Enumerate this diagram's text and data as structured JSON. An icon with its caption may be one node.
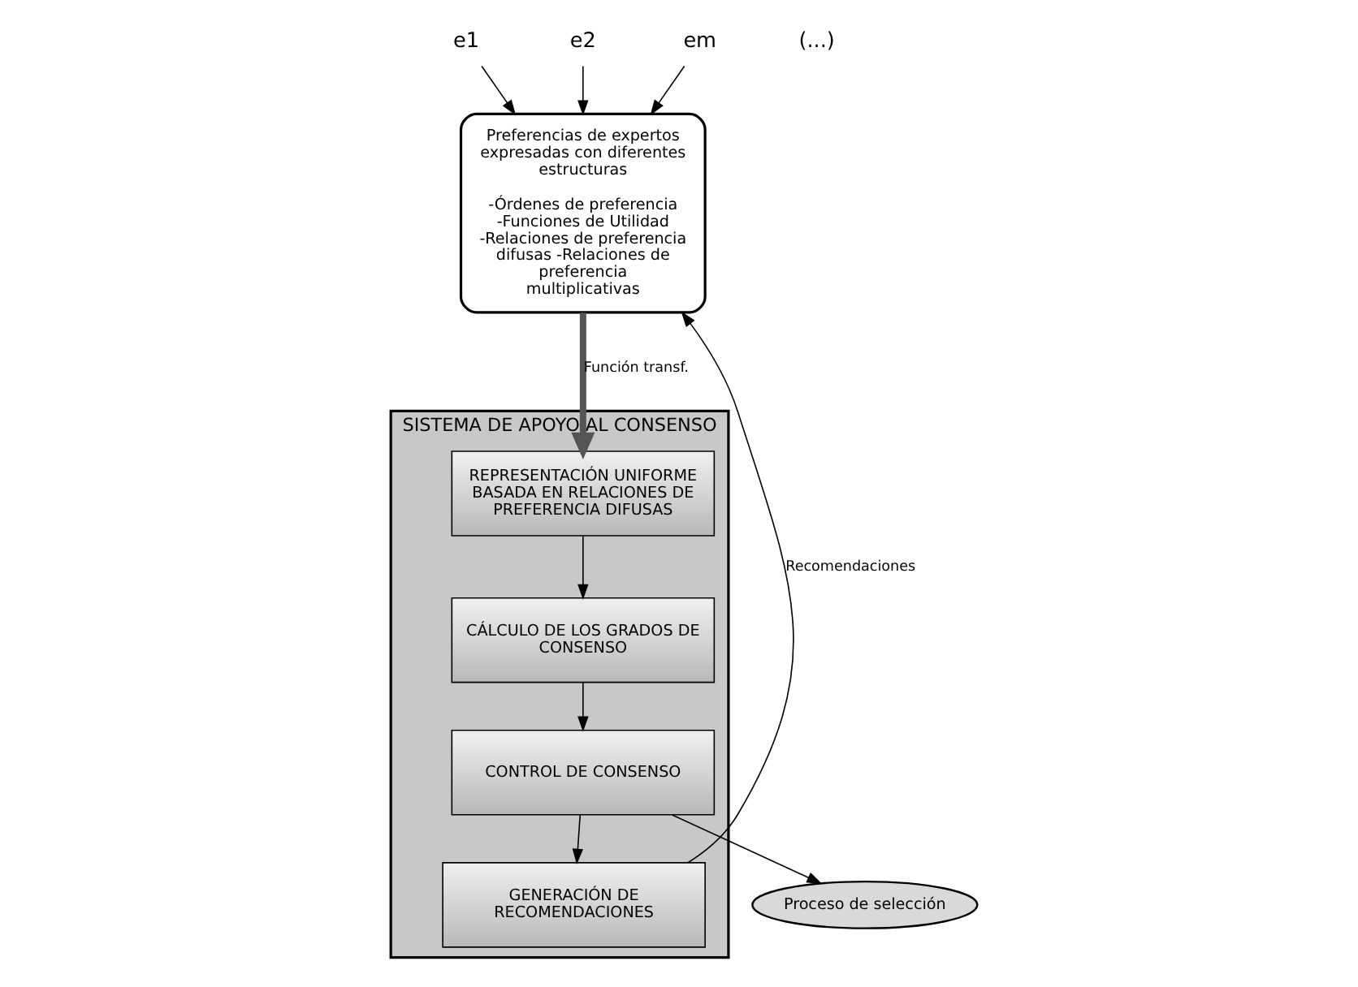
{
  "diagram": {
    "nodes": [
      {
        "text": [
          "e1"
        ]
      },
      {
        "text": [
          "e2"
        ]
      },
      {
        "text": [
          "em"
        ]
      },
      {
        "text": [
          "Preferencias de expertos expresadas con diferentes estructuras",
          "-Órdenes de preferencia -Funciones de Utilidad -Relaciones de preferencia difusas -Relaciones de preferencia multiplicativas"
        ]
      },
      {
        "text": [
          "SISTEMA DE APOYO AL CONSENSO"
        ]
      },
      {
        "text": [
          "REPRESENTACIÓN UNIFORME BASADA EN RELACIONES DE PREFERENCIA DIFUSAS"
        ],
        "in": 4
      },
      {
        "text": [
          "CÁLCULO DE LOS GRADOS DE CONSENSO"
        ],
        "in": 4
      },
      {
        "text": [
          "CONTROL DE CONSENSO"
        ],
        "in": 4
      },
      {
        "text": [
          "GENERACIÓN DE RECOMENDACIONES"
        ],
        "in": 4
      },
      {
        "text": [
          "Proceso de selección"
        ]
      }
    ],
    "edges": [
      {
        "from": 0,
        "to": 3,
        "arrow": "to"
      },
      {
        "from": 1,
        "to": 3,
        "arrow": "to"
      },
      {
        "from": 2,
        "to": 3,
        "arrow": "to"
      },
      {
        "from": 3,
        "to": 5,
        "arrow": "to",
        "label": "Función transf.",
        "style": "thick"
      },
      {
        "from": 5,
        "to": 6,
        "arrow": "to"
      },
      {
        "from": 6,
        "to": 7,
        "arrow": "to"
      },
      {
        "from": 7,
        "to": 8,
        "arrow": "to"
      },
      {
        "from": 7,
        "to": 9,
        "arrow": "to"
      },
      {
        "from": 8,
        "to": 3,
        "arrow": "to",
        "label": "Recomendaciones"
      }
    ],
    "labels": [
      "(...)"
    ]
  }
}
